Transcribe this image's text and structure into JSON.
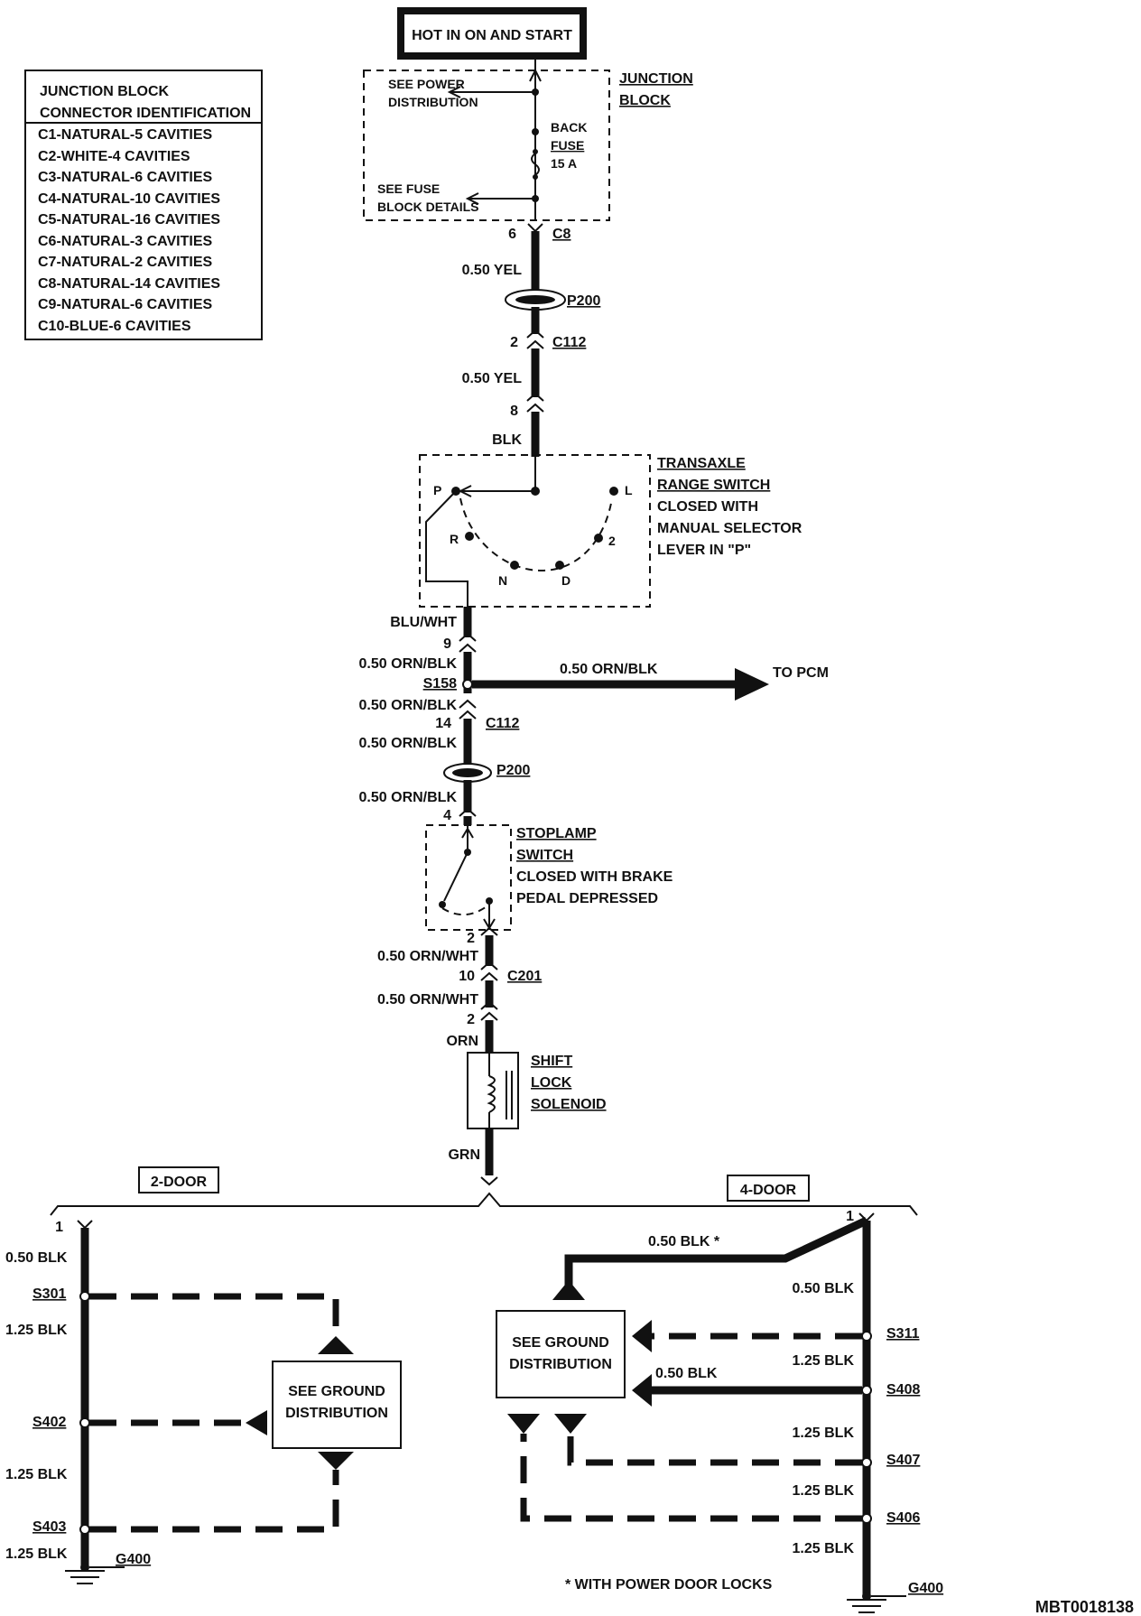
{
  "header": {
    "power_label": "HOT IN ON AND START"
  },
  "legend": {
    "title_line1": "JUNCTION BLOCK",
    "title_line2": "CONNECTOR IDENTIFICATION",
    "items": [
      "C1-NATURAL-5 CAVITIES",
      "C2-WHITE-4 CAVITIES",
      "C3-NATURAL-6 CAVITIES",
      "C4-NATURAL-10 CAVITIES",
      "C5-NATURAL-16 CAVITIES",
      "C6-NATURAL-3 CAVITIES",
      "C7-NATURAL-2 CAVITIES",
      "C8-NATURAL-14 CAVITIES",
      "C9-NATURAL-6 CAVITIES",
      "C10-BLUE-6 CAVITIES"
    ]
  },
  "junction_block": {
    "name_line1": "JUNCTION",
    "name_line2": "BLOCK",
    "see_power_line1": "SEE POWER",
    "see_power_line2": "DISTRIBUTION",
    "fuse_line1": "BACK",
    "fuse_line2": "FUSE",
    "fuse_line3": "15 A",
    "see_fuse_line1": "SEE FUSE",
    "see_fuse_line2": "BLOCK DETAILS"
  },
  "main_circuit": {
    "c8_pin": "6",
    "c8": "C8",
    "wire1": "0.50 YEL",
    "p200_top": "P200",
    "c112_top_pin": "2",
    "c112_top": "C112",
    "wire2": "0.50 YEL",
    "pin8": "8",
    "blk": "BLK"
  },
  "transaxle_switch": {
    "line1": "TRANSAXLE",
    "line2": "RANGE SWITCH",
    "line3": "CLOSED WITH",
    "line4": "MANUAL SELECTOR",
    "line5": "LEVER IN \"P\"",
    "pos_p": "P",
    "pos_l": "L",
    "pos_r": "R",
    "pos_2": "2",
    "pos_n": "N",
    "pos_d": "D"
  },
  "middle_circuit": {
    "blu_wht": "BLU/WHT",
    "pin9": "9",
    "wire_a": "0.50 ORN/BLK",
    "s158": "S158",
    "to_pcm_wire": "0.50 ORN/BLK",
    "to_pcm": "TO PCM",
    "wire_b": "0.50 ORN/BLK",
    "pin14": "14",
    "c112_mid": "C112",
    "wire_c": "0.50 ORN/BLK",
    "p200_mid": "P200",
    "wire_d": "0.50 ORN/BLK",
    "pin4": "4"
  },
  "stoplamp_switch": {
    "line1": "STOPLAMP",
    "line2": "SWITCH",
    "line3": "CLOSED WITH BRAKE",
    "line4": "PEDAL DEPRESSED"
  },
  "lower_circuit": {
    "pin2a": "2",
    "wire_e": "0.50 ORN/WHT",
    "pin10": "10",
    "c201": "C201",
    "wire_f": "0.50 ORN/WHT",
    "pin2b": "2",
    "orn": "ORN",
    "solenoid_line1": "SHIFT",
    "solenoid_line2": "LOCK",
    "solenoid_line3": "SOLENOID",
    "grn": "GRN"
  },
  "two_door": {
    "label": "2-DOOR",
    "pin1": "1",
    "wire1": "0.50 BLK",
    "s301": "S301",
    "wire2": "1.25 BLK",
    "s402": "S402",
    "wire3": "1.25 BLK",
    "s403": "S403",
    "wire4": "1.25 BLK",
    "ground": "G400",
    "see_ground_line1": "SEE GROUND",
    "see_ground_line2": "DISTRIBUTION"
  },
  "four_door": {
    "label": "4-DOOR",
    "pin1": "1",
    "wire_power_locks": "0.50 BLK *",
    "wire_main": "0.50 BLK",
    "s311": "S311",
    "wire_s408_in": "0.50 BLK",
    "wire_s311_s408": "1.25 BLK",
    "s408": "S408",
    "wire_s408_s407": "1.25 BLK",
    "s407": "S407",
    "wire_s407_s406": "1.25 BLK",
    "s406": "S406",
    "wire_s406_g": "1.25 BLK",
    "ground": "G400",
    "see_ground_line1": "SEE GROUND",
    "see_ground_line2": "DISTRIBUTION",
    "footnote": "* WITH POWER DOOR LOCKS"
  },
  "figure_code": "MBT0018138"
}
